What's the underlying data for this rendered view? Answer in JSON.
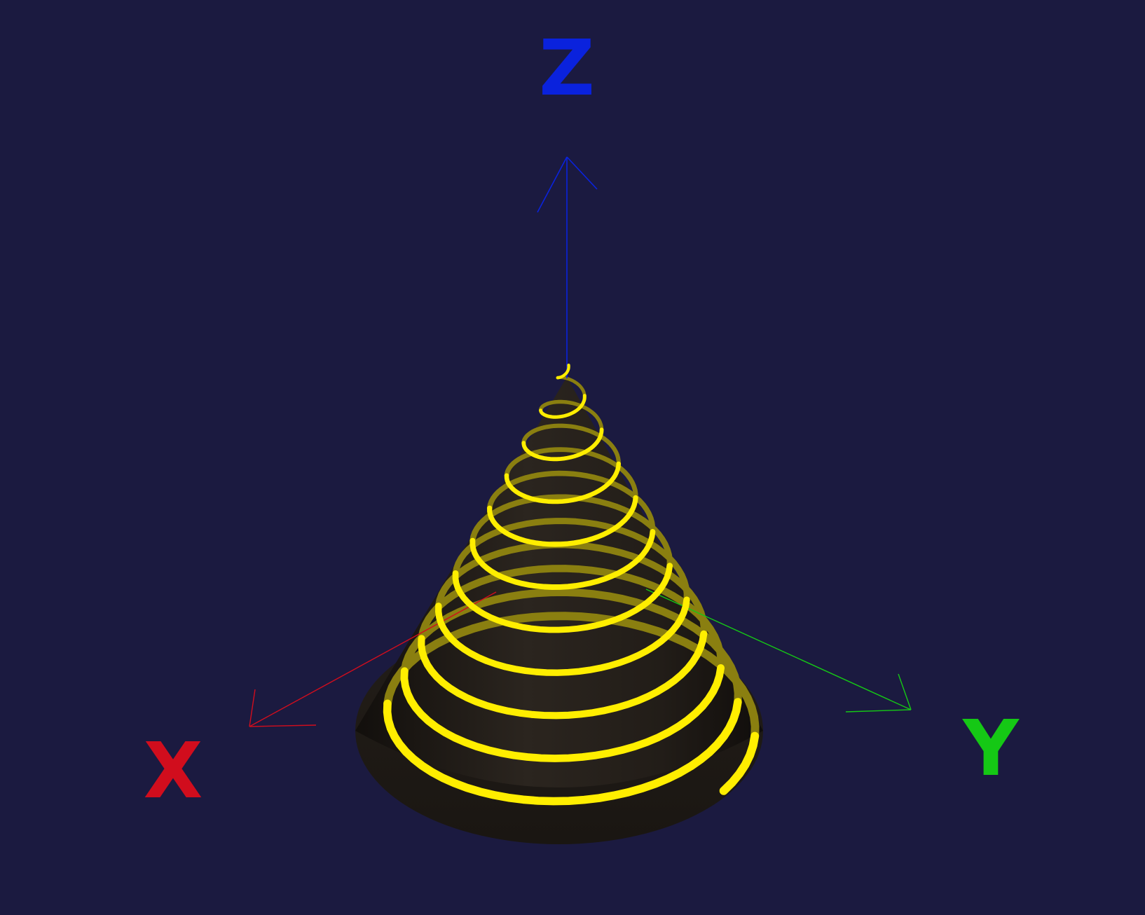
{
  "scene": {
    "background_color": "#1b1a40",
    "object": "cone-with-helical-spiral",
    "cone_color": "#231e19",
    "spiral_color": "#ffee00",
    "spiral_turns": 11
  },
  "axes": [
    {
      "key": "x",
      "label": "X",
      "color": "#d10d1d"
    },
    {
      "key": "y",
      "label": "Y",
      "color": "#15c815"
    },
    {
      "key": "z",
      "label": "Z",
      "color": "#0a22dd"
    }
  ]
}
